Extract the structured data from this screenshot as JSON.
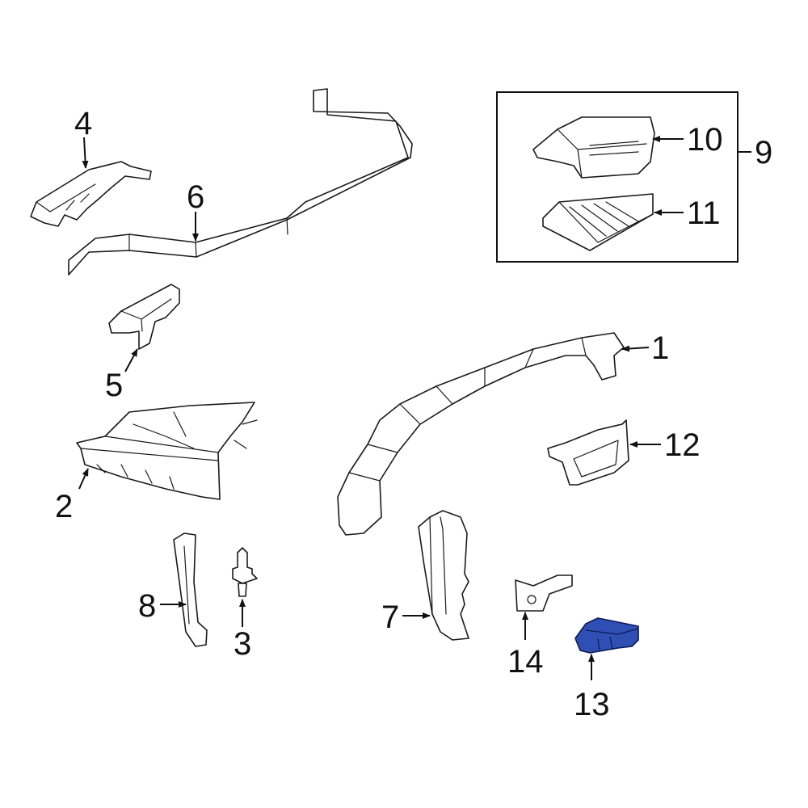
{
  "callouts": {
    "c1": "1",
    "c2": "2",
    "c3": "3",
    "c4": "4",
    "c5": "5",
    "c6": "6",
    "c7": "7",
    "c8": "8",
    "c9": "9",
    "c10": "10",
    "c11": "11",
    "c12": "12",
    "c13": "13",
    "c14": "14"
  },
  "colors": {
    "highlight": "#2f4fb5",
    "line": "#1a1a1a",
    "background": "#ffffff"
  }
}
